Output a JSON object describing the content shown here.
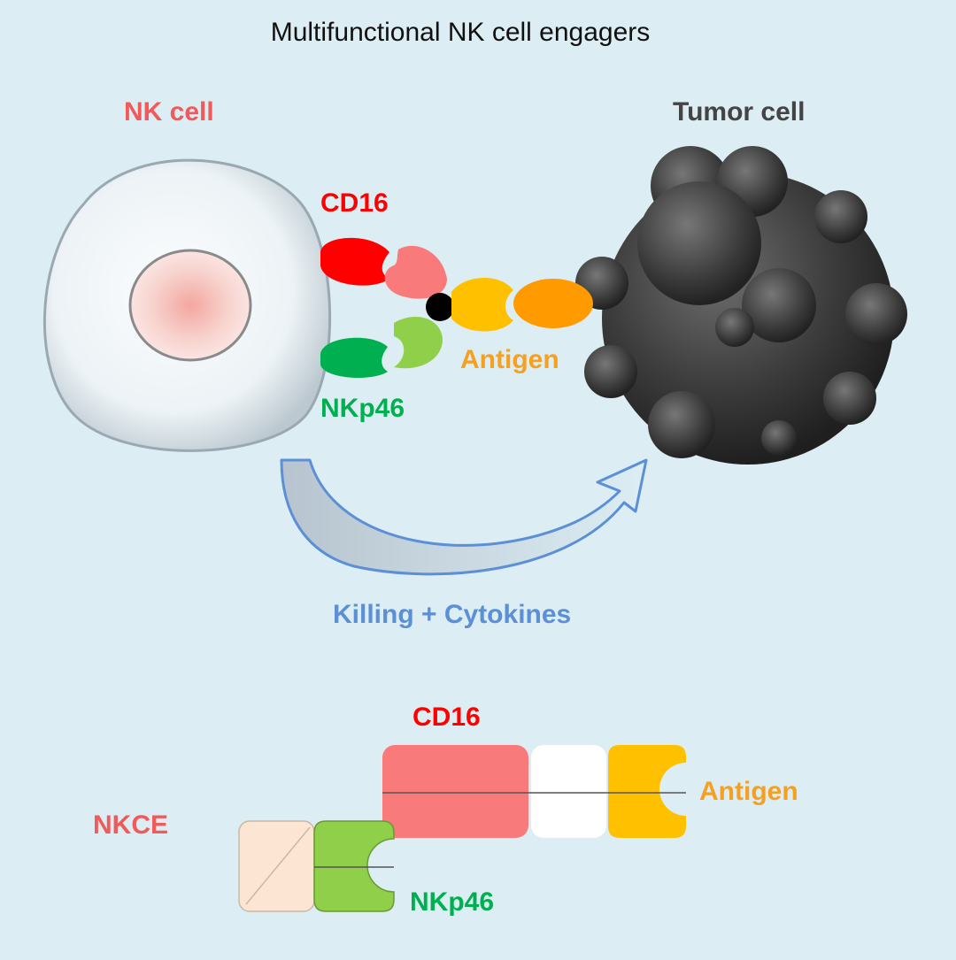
{
  "title": "Multifunctional  NK cell engagers",
  "labels": {
    "nk_cell": "NK  cell",
    "tumor_cell": "Tumor cell",
    "cd16_top": "CD16",
    "antigen_top": "Antigen",
    "nkp46_top": "NKp46",
    "killing": "Killing  + Cytokines",
    "nkce": "NKCE",
    "cd16_bottom": "CD16",
    "antigen_bottom": "Antigen",
    "nkp46_bottom": "NKp46"
  },
  "colors": {
    "background": "#dcedf3",
    "nk_label": "#f05a5a",
    "cd16": "#ff0000",
    "cd16_binder": "#f87a7a",
    "nkp46": "#00b050",
    "nkp46_binder": "#8fcf4a",
    "antigen_label": "#f5a020",
    "antigen_binder": "#ffc000",
    "antigen": "#ff9a00",
    "tumor": "#3a3a3a",
    "arrow": "#5b8fd6"
  }
}
